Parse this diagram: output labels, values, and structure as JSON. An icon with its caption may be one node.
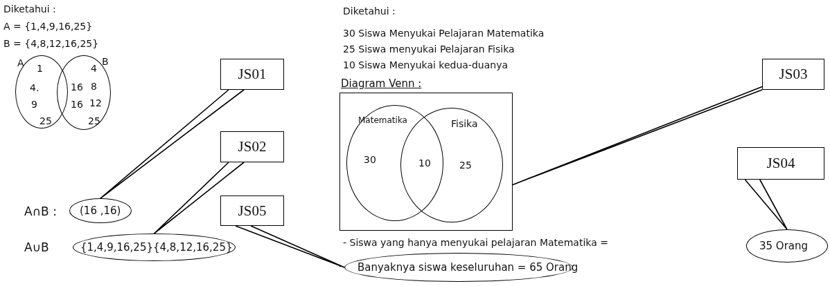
{
  "diagram": {
    "nodes": [
      {
        "text": [
          "A",
          "1",
          "4.",
          "9",
          "25"
        ]
      },
      {
        "text": [
          "B",
          "4",
          "8",
          "12",
          "25"
        ]
      },
      {
        "text": [
          "JS01"
        ]
      },
      {
        "text": [
          "JS02"
        ]
      },
      {
        "text": [
          "(16 ,16)"
        ],
        "beside": [
          "A∩B :"
        ]
      },
      {
        "text": [
          "JS05"
        ]
      },
      {
        "text": [
          "{1,4,9,16,25}{4,8,12,16,25}"
        ],
        "beside": [
          "A∪B"
        ]
      },
      {
        "text": [
          "Diagram Venn :"
        ]
      },
      {
        "text": [
          "Matematika",
          "30"
        ],
        "in": 7
      },
      {
        "text": [
          "Fisika",
          "25"
        ],
        "in": 7
      },
      {
        "text": [
          "JS03"
        ]
      },
      {
        "text": [
          "JS04"
        ]
      },
      {
        "text": [
          "35 Orang"
        ]
      },
      {
        "text": [
          "Banyaknya siswa keseluruhan = 65 Orang"
        ]
      }
    ],
    "edges": [
      {
        "from": 2,
        "to": 4,
        "arrow": "none"
      },
      {
        "from": 3,
        "to": 6,
        "arrow": "none"
      },
      {
        "from": 5,
        "to": 13,
        "arrow": "none"
      },
      {
        "from": 10,
        "to": 7,
        "arrow": "none"
      },
      {
        "from": 11,
        "to": 12,
        "arrow": "none"
      }
    ],
    "labels": [
      "Diketahui :",
      "A = {1,4,9,16,25}",
      "B = {4,8,12,16,25}",
      "16",
      "16",
      "Diketahui :",
      "30 Siswa Menyukai Pelajaran Matematika",
      "25 Siswa menyukai Pelajaran Fisika",
      "10 Siswa Menyukai kedua-duanya",
      "10",
      "- Siswa yang hanya menyukai pelajaran Matematika =",
      "-"
    ]
  }
}
